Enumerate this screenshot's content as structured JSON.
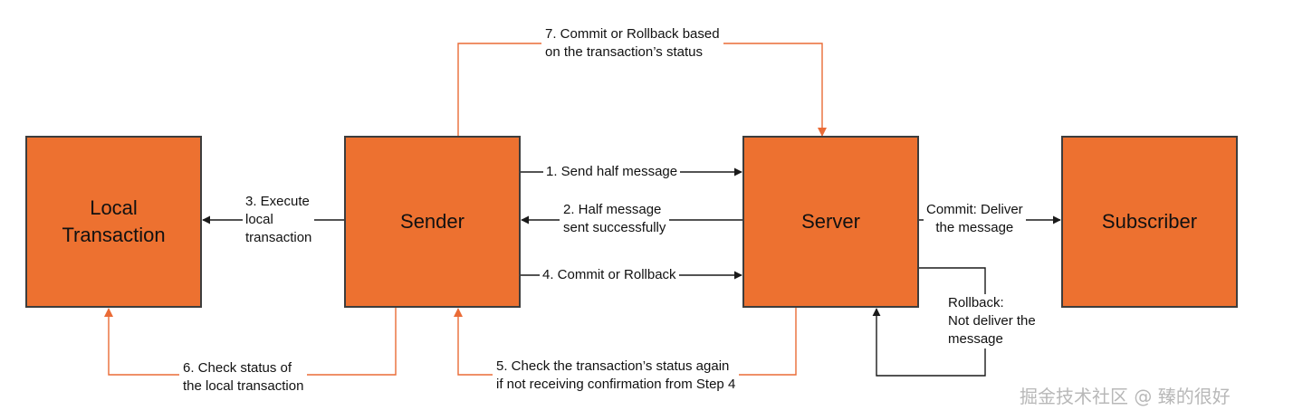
{
  "nodes": {
    "local_transaction": "Local\nTransaction",
    "sender": "Sender",
    "server": "Server",
    "subscriber": "Subscriber"
  },
  "edges": {
    "step1": "1. Send half message",
    "step2": "2. Half message\nsent successfully",
    "step3": "3. Execute\nlocal\ntransaction",
    "step4": "4. Commit or Rollback",
    "step5": "5. Check the transaction’s status again\nif not receiving confirmation from Step 4",
    "step6": "6. Check status of\nthe local transaction",
    "step7": "7. Commit or Rollback based\non the transaction’s status",
    "commit": "Commit: Deliver\nthe message",
    "rollback": "Rollback:\nNot deliver the\nmessage"
  },
  "watermark": "掘金技术社区 @ 臻的很好",
  "colors": {
    "box_fill": "#ed7130",
    "orange_line": "#ea6b36",
    "black_line": "#1a1a1a"
  }
}
